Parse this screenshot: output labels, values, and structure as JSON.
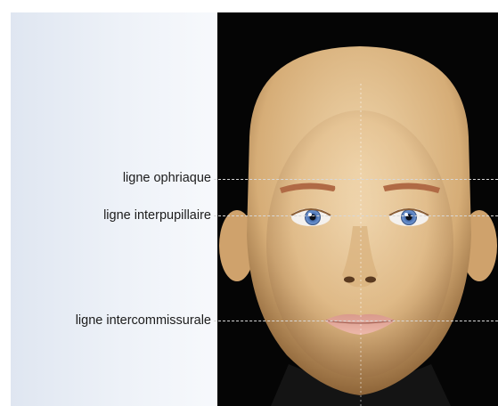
{
  "labels": {
    "ophriaque": "ligne ophriaque",
    "interpupillaire": "ligne interpupillaire",
    "intercommissurale": "ligne intercommissurale"
  },
  "colors": {
    "background_left": "#e9eef6",
    "background_right": "#050505",
    "skin": "#e8c79a",
    "skin_shadow": "#b88a5a",
    "eyebrow": "#b06a45",
    "iris": "#5d86c4",
    "lips": "#e2a89a",
    "guide_line": "#ffffff"
  },
  "figure": {
    "subject": "3D rendered frontal face with facial reference lines",
    "icons": [
      "face-render"
    ]
  }
}
